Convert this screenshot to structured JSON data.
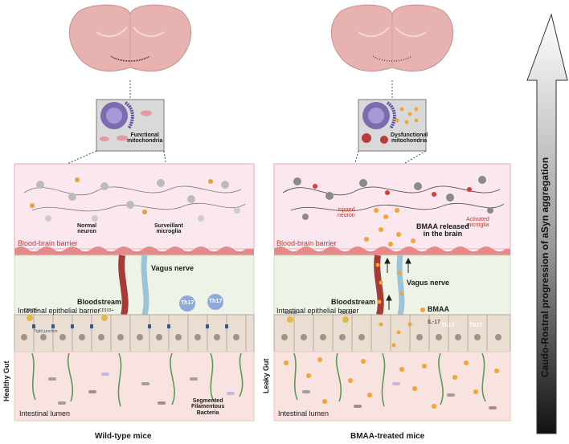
{
  "left_panel": {
    "mito_label": "Functional\nmitochondria",
    "neuron_label": "Normal\nneuron",
    "microglia_label": "Surveillant\nmicroglia",
    "bbb_label": "Blood-brain barrier",
    "bloodstream_label": "Bloodstream",
    "vagus_label": "Vagus nerve",
    "epithelial_label": "Intestinal epithelial barrier",
    "cd103_label_1": "CD103+",
    "cd103_label_2": "CD103+",
    "tight_junction_label": "Tight junction",
    "th17_label_1": "Th17",
    "th17_label_2": "Th17",
    "gut_label": "Healthy Gut",
    "lumen_label": "Intestinal lumen",
    "sfb_label": "Segmented\nFilamentous\nBacteria",
    "caption": "Wild-type mice"
  },
  "right_panel": {
    "mito_label": "Dysfunctional\nmitochondria",
    "injured_label": "Injured\nneuron",
    "activated_label": "Activated\nmicroglia",
    "bbb_label": "Blood-brain barrier",
    "bmaa_brain_label": "BMAA released\nin the brain",
    "bloodstream_label": "Bloodstream",
    "vagus_label": "Vagus nerve",
    "epithelial_label": "Intestinal epithelial barrier",
    "bmaa_legend": "BMAA",
    "il17_legend": "IL-17",
    "cd103_label_1": "CD103+",
    "cd103_label_2": "CD103+",
    "th17_label_1": "Th17",
    "th17_label_2": "Th17",
    "gut_label": "Leaky Gut",
    "lumen_label": "Intestinal lumen",
    "caption": "BMAA-treated mice"
  },
  "arrow_label": "Caudo-Rostral progression of aSyn aggregation",
  "colors": {
    "brain_fill": "#e6b3b0",
    "brain_zone": "#fbe8ef",
    "gut_zone": "#eef3e8",
    "lumen_zone": "#f8e3e0",
    "bloodstream": "#a53a36",
    "vagus": "#9cc3d6",
    "bmaa": "#f2a436",
    "il17": "#5b5bd6",
    "th17": "#8fa9dc",
    "normal_microglia": "#e2a43a",
    "activated_microglia": "#d93a3a"
  }
}
